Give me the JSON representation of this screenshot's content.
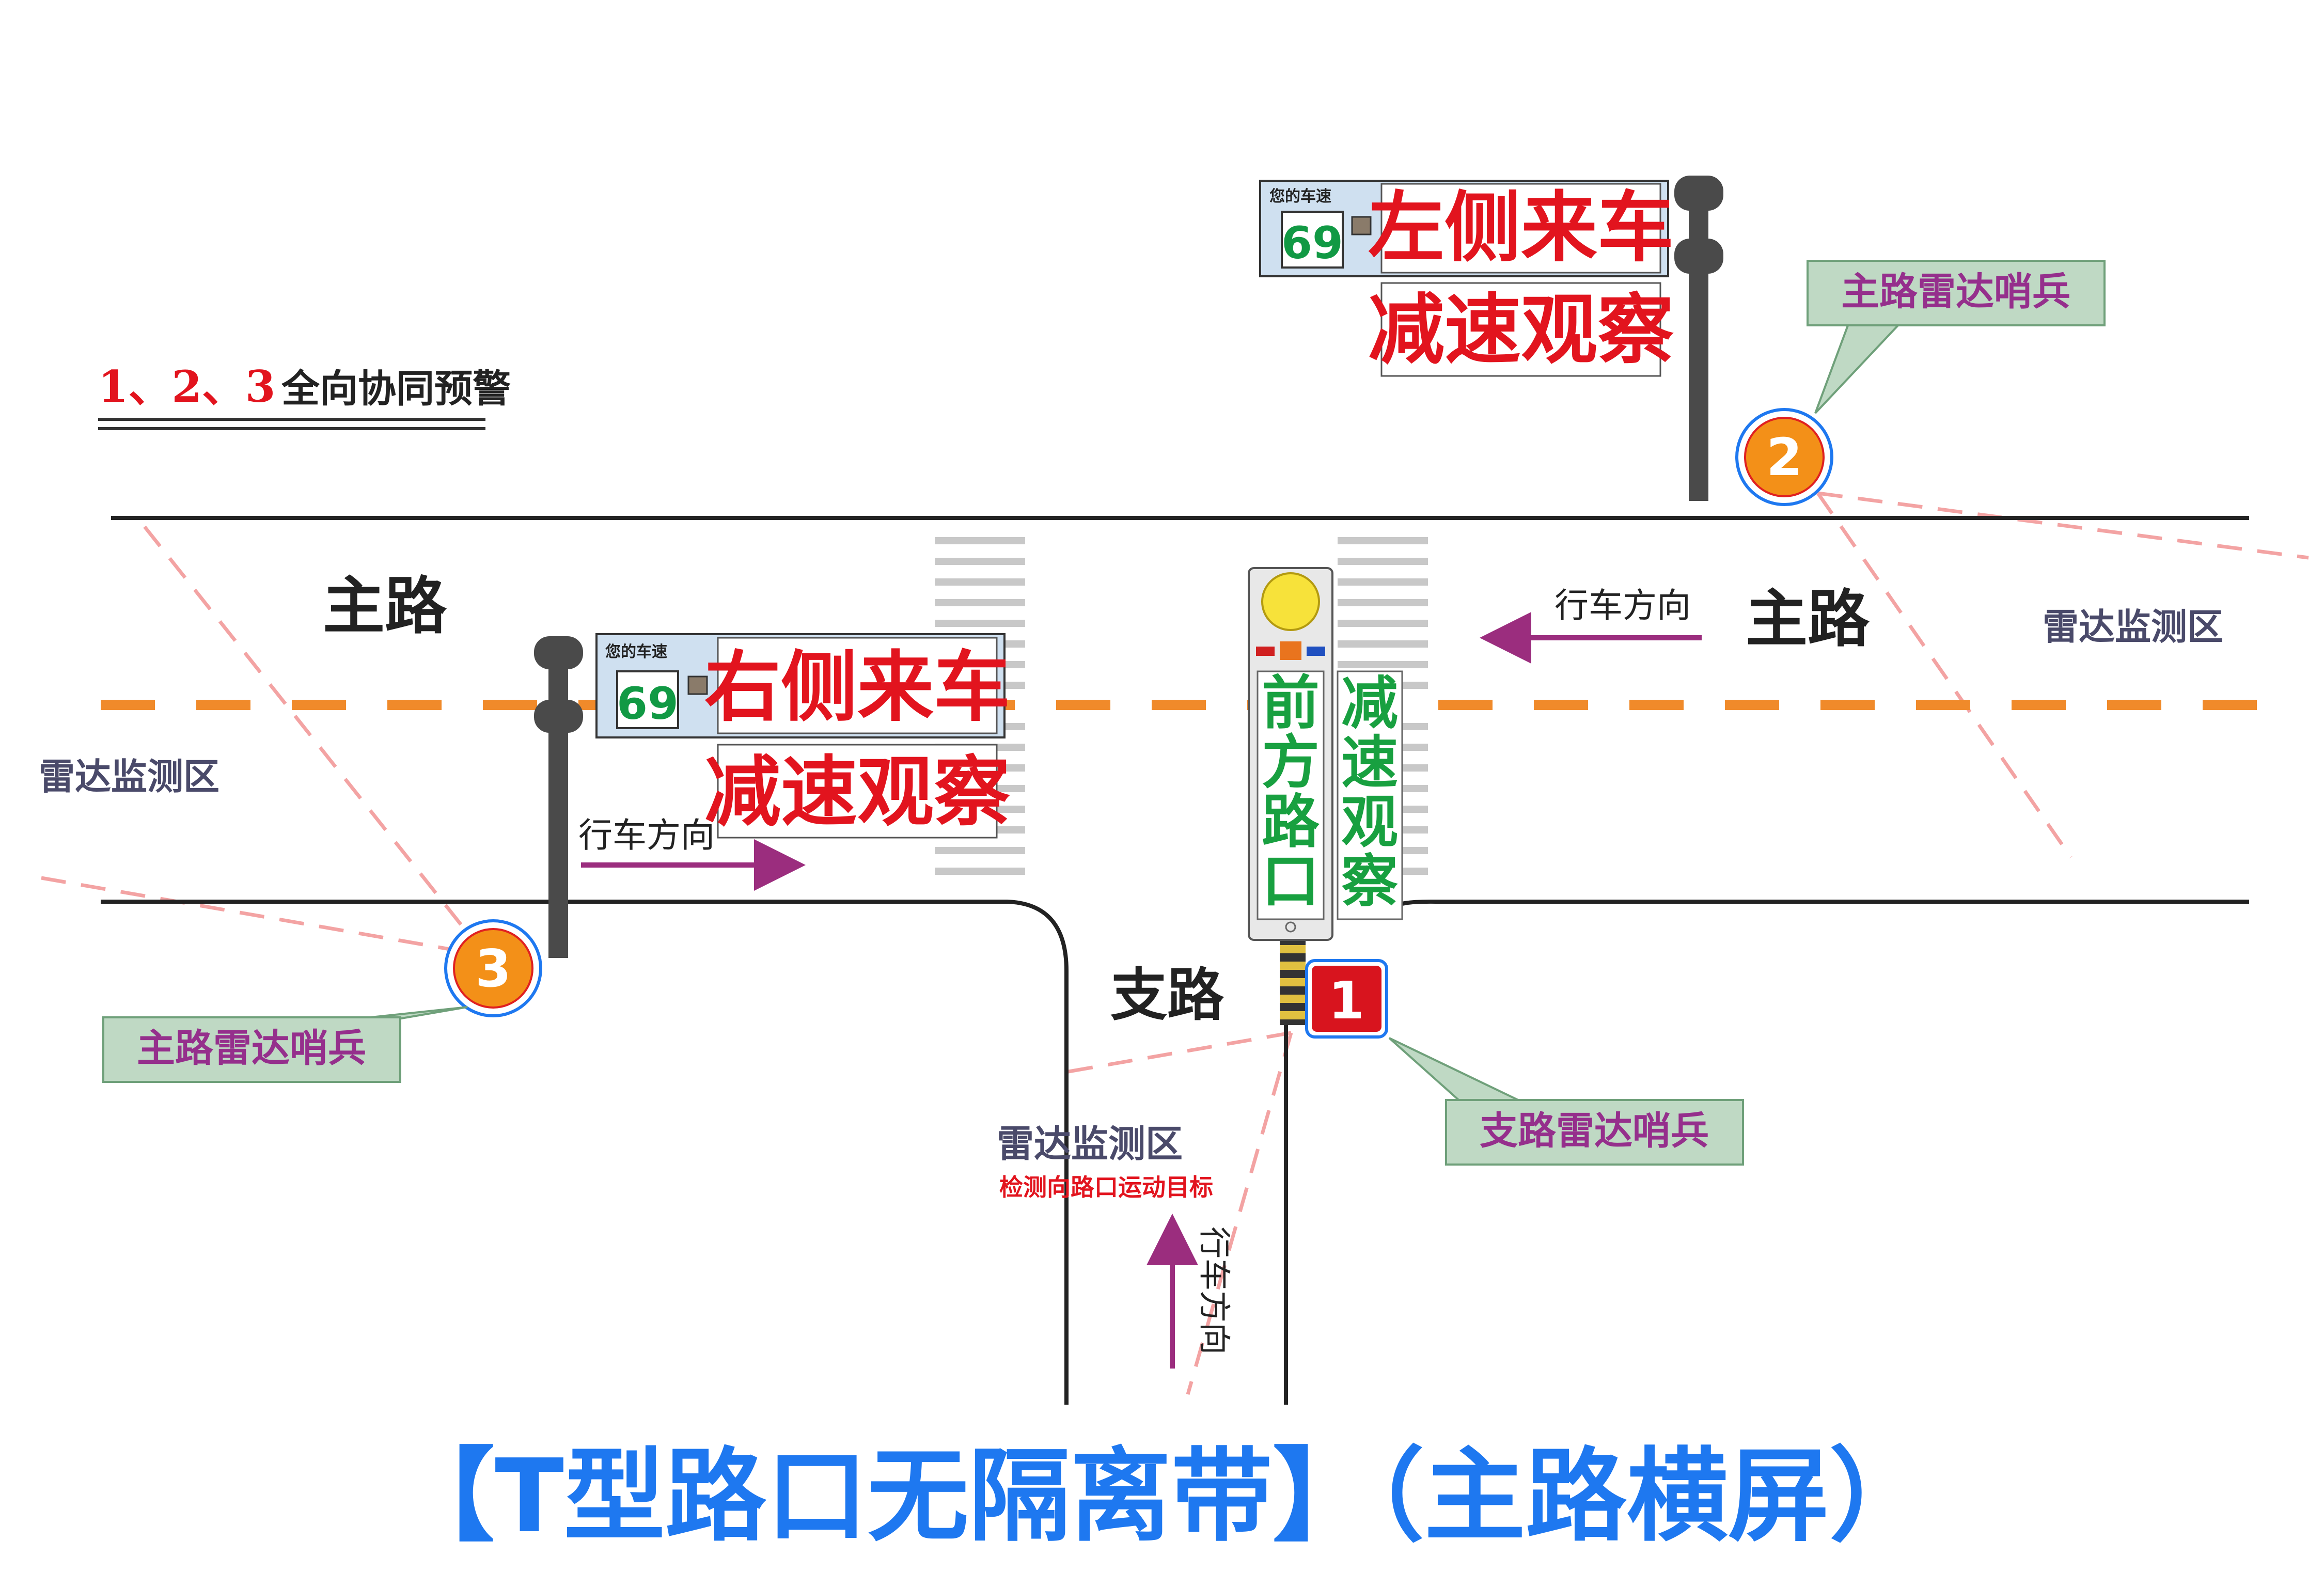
{
  "title": "【T型路口无隔离带】（主路横屏）",
  "legend": {
    "numbers": "1、2、3",
    "text": "全向协同预警"
  },
  "roads": {
    "main_left": "主路",
    "main_right": "主路",
    "branch": "支路"
  },
  "directions": {
    "left": "行车方向",
    "right": "行车方向",
    "branch": "行车方向"
  },
  "radar_zones": {
    "left": "雷达监测区",
    "right": "雷达监测区",
    "branch": "雷达监测区",
    "branch_note": "检测向路口运动目标"
  },
  "sentinels": [
    {
      "number": "1",
      "label": "支路雷达哨兵",
      "color": "#d8141e"
    },
    {
      "number": "2",
      "label": "主路雷达哨兵",
      "color": "#f39018"
    },
    {
      "number": "3",
      "label": "主路雷达哨兵",
      "color": "#f39018"
    }
  ],
  "sign_top": {
    "speed_label": "您的车速",
    "speed": "69",
    "line1": "左侧来车",
    "line2": "减速观察"
  },
  "sign_left": {
    "speed_label": "您的车速",
    "speed": "69",
    "line1": "右侧来车",
    "line2": "减速观察"
  },
  "branch_sign": {
    "col1": [
      "前",
      "方",
      "路",
      "口"
    ],
    "col2": [
      "减",
      "速",
      "观",
      "察"
    ]
  },
  "colors": {
    "title": "#1e78f0",
    "sign_text": "#e2141e",
    "speed_text": "#119944",
    "green_text": "#18a040",
    "arrow": "#9b2d7e",
    "center_line": "#f08a2a",
    "radar_line": "#f3a3a3",
    "callout_fill": "#bfd9c4",
    "callout_text": "#952f8c",
    "zone_text": "#4a4a6a"
  }
}
